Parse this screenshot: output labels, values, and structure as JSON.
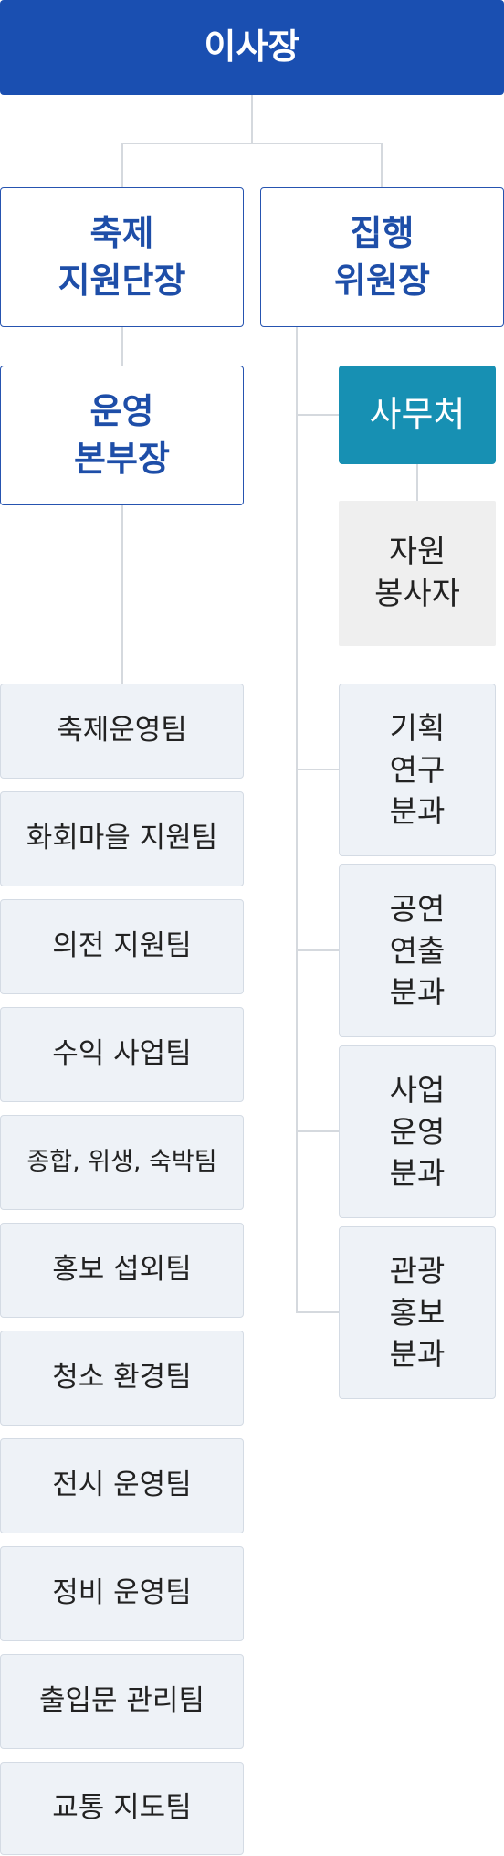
{
  "chairman": "이사장",
  "festival_director": "축제\n지원단장",
  "exec_chair": "집행\n위원장",
  "ops_director": "운영\n본부장",
  "secretariat": "사무처",
  "volunteers": "자원\n봉사자",
  "teams": [
    "축제운영팀",
    "화회마을 지원팀",
    "의전 지원팀",
    "수익 사업팀",
    "종합, 위생, 숙박팀",
    "홍보 섭외팀",
    "청소 환경팀",
    "전시 운영팀",
    "정비 운영팀",
    "출입문 관리팀",
    "교통 지도팀"
  ],
  "divisions": [
    "기획\n연구\n분과",
    "공연\n연출\n분과",
    "사업\n운영\n분과",
    "관광\n홍보\n분과"
  ]
}
